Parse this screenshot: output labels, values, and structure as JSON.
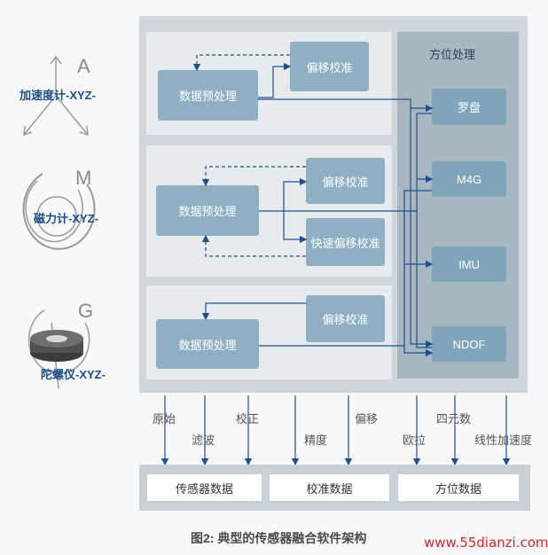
{
  "sensors": [
    {
      "letter": "A",
      "label": "加速度计-XYZ-"
    },
    {
      "letter": "M",
      "label": "磁力计-XYZ-"
    },
    {
      "letter": "G",
      "label": "陀螺仪-XYZ-"
    }
  ],
  "rows": [
    {
      "preprocess": "数据预处理",
      "calibrate": [
        "偏移校准"
      ]
    },
    {
      "preprocess": "数据预处理",
      "calibrate": [
        "偏移校准",
        "快速偏移校准"
      ]
    },
    {
      "preprocess": "数据预处理",
      "calibrate": [
        "偏移校准"
      ]
    }
  ],
  "orientation": {
    "title": "方位处理",
    "modes": [
      "罗盘",
      "M4G",
      "IMU",
      "NDOF"
    ]
  },
  "output_labels": [
    "原始",
    "滤波",
    "校正",
    "精度",
    "偏移",
    "欧拉",
    "四元数",
    "线性加速度"
  ],
  "outputs": [
    "传感器数据",
    "校准数据",
    "方位数据"
  ],
  "caption": "图2: 典型的传感器融合软件架构",
  "watermark": "www.55dianzi.com",
  "colors": {
    "box": "#8fb0c2",
    "line": "#1f4f8f",
    "panel": "#cfd7dc"
  }
}
